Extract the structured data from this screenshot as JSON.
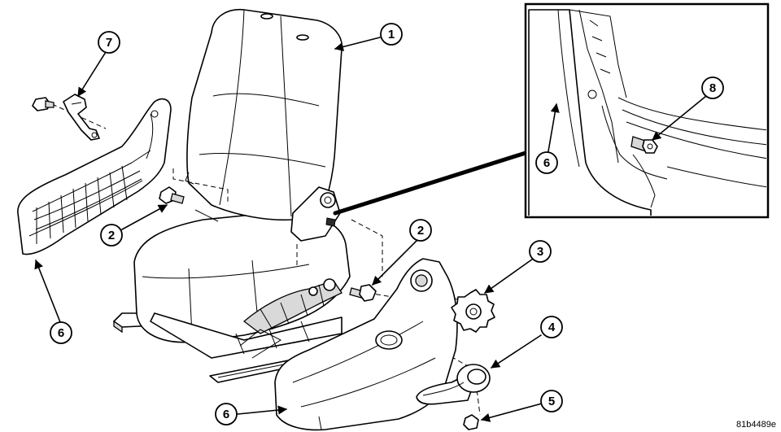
{
  "callouts": [
    {
      "id": "seat-back",
      "number": "1"
    },
    {
      "id": "screw-left",
      "number": "2"
    },
    {
      "id": "screw-right",
      "number": "2"
    },
    {
      "id": "recliner-gear",
      "number": "3"
    },
    {
      "id": "recliner-handle",
      "number": "4"
    },
    {
      "id": "handle-screw",
      "number": "5"
    },
    {
      "id": "shield-left",
      "number": "6"
    },
    {
      "id": "shield-right",
      "number": "6"
    },
    {
      "id": "shield-inset",
      "number": "6"
    },
    {
      "id": "bracket",
      "number": "7"
    },
    {
      "id": "inset-screw",
      "number": "8"
    }
  ],
  "figure_code": "81b4489e"
}
